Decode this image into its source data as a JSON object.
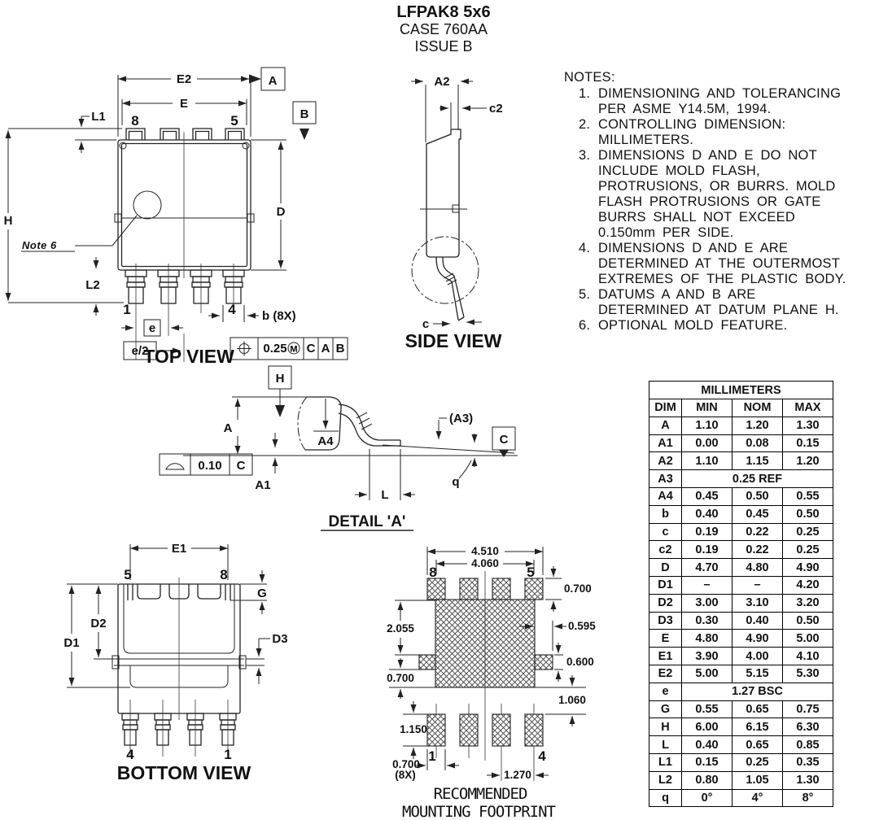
{
  "title": {
    "product": "LFPAK8 5x6",
    "case": "CASE 760AA",
    "issue": "ISSUE B"
  },
  "notes": {
    "heading": "NOTES:",
    "items": [
      {
        "num": "1.",
        "text": "DIMENSIONING AND TOLERANCING\nPER ASME Y14.5M, 1994."
      },
      {
        "num": "2.",
        "text": "CONTROLLING DIMENSION:\nMILLIMETERS."
      },
      {
        "num": "3.",
        "text": "DIMENSIONS D AND E DO NOT\nINCLUDE MOLD FLASH,\nPROTRUSIONS, OR BURRS. MOLD\nFLASH PROTRUSIONS OR GATE\nBURRS SHALL NOT EXCEED\n0.150mm PER SIDE."
      },
      {
        "num": "4.",
        "text": "DIMENSIONS D AND E ARE\nDETERMINED AT THE OUTERMOST\nEXTREMES OF THE PLASTIC BODY."
      },
      {
        "num": "5.",
        "text": "DATUMS A AND B ARE\nDETERMINED AT DATUM PLANE H."
      },
      {
        "num": "6.",
        "text": "OPTIONAL MOLD FEATURE."
      }
    ]
  },
  "views": {
    "top": {
      "title": "TOP VIEW",
      "labels": {
        "e2": "E2",
        "e": "E",
        "l1": "L1",
        "h": "H",
        "l2": "L2",
        "d": "D",
        "pin8": "8",
        "pin5": "5",
        "pin1": "1",
        "pin4": "4",
        "pitch": "e",
        "half_pitch": "e/2",
        "b": "b (8X)",
        "note6": "Note 6",
        "datum_a": "A",
        "datum_b": "B",
        "fcf_tol": "0.25",
        "fcf_mod": "M",
        "fcf_d1": "C",
        "fcf_d2": "A",
        "fcf_d3": "B"
      }
    },
    "side": {
      "title": "SIDE VIEW",
      "labels": {
        "a2": "A2",
        "c2": "c2",
        "c": "c"
      }
    },
    "detail": {
      "title": "DETAIL 'A'",
      "labels": {
        "datum_h": "H",
        "a": "A",
        "a1": "A1",
        "a4": "A4",
        "a3": "(A3)",
        "l": "L",
        "q": "q",
        "datum_c": "C",
        "fcf_tol": "0.10",
        "fcf_datum": "C"
      }
    },
    "bottom": {
      "title": "BOTTOM VIEW",
      "labels": {
        "e1": "E1",
        "pin5": "5",
        "pin8": "8",
        "g": "G",
        "d1": "D1",
        "d2": "D2",
        "d3": "D3",
        "pin4": "4",
        "pin1": "1"
      }
    },
    "footprint": {
      "title1": "RECOMMENDED",
      "title2": "MOUNTING FOOTPRINT",
      "labels": {
        "w1": "4.510",
        "w2": "4.060",
        "pin8": "8",
        "pin5": "5",
        "h_top": "0.700",
        "pad_h": "2.055",
        "wing_w": "0.595",
        "wing_h": "0.600",
        "left_h": "0.700",
        "gap": "1.060",
        "pad_bh": "1.150",
        "pin1": "1",
        "pin4": "4",
        "pad_w": "0.700",
        "pad_w_qual": "(8X)",
        "pitch": "1.270"
      }
    }
  },
  "table": {
    "title": "MILLIMETERS",
    "headers": [
      "DIM",
      "MIN",
      "NOM",
      "MAX"
    ],
    "rows": [
      [
        "A",
        "1.10",
        "1.20",
        "1.30"
      ],
      [
        "A1",
        "0.00",
        "0.08",
        "0.15"
      ],
      [
        "A2",
        "1.10",
        "1.15",
        "1.20"
      ],
      [
        "A3",
        "0.25 REF"
      ],
      [
        "A4",
        "0.45",
        "0.50",
        "0.55"
      ],
      [
        "b",
        "0.40",
        "0.45",
        "0.50"
      ],
      [
        "c",
        "0.19",
        "0.22",
        "0.25"
      ],
      [
        "c2",
        "0.19",
        "0.22",
        "0.25"
      ],
      [
        "D",
        "4.70",
        "4.80",
        "4.90"
      ],
      [
        "D1",
        "–",
        "–",
        "4.20"
      ],
      [
        "D2",
        "3.00",
        "3.10",
        "3.20"
      ],
      [
        "D3",
        "0.30",
        "0.40",
        "0.50"
      ],
      [
        "E",
        "4.80",
        "4.90",
        "5.00"
      ],
      [
        "E1",
        "3.90",
        "4.00",
        "4.10"
      ],
      [
        "E2",
        "5.00",
        "5.15",
        "5.30"
      ],
      [
        "e",
        "1.27 BSC"
      ],
      [
        "G",
        "0.55",
        "0.65",
        "0.75"
      ],
      [
        "H",
        "6.00",
        "6.15",
        "6.30"
      ],
      [
        "L",
        "0.40",
        "0.65",
        "0.85"
      ],
      [
        "L1",
        "0.15",
        "0.25",
        "0.35"
      ],
      [
        "L2",
        "0.80",
        "1.05",
        "1.30"
      ],
      [
        "q",
        "0°",
        "4°",
        "8°"
      ]
    ]
  },
  "colors": {
    "ink": "#111111",
    "line": "#222222",
    "background": "#ffffff"
  }
}
